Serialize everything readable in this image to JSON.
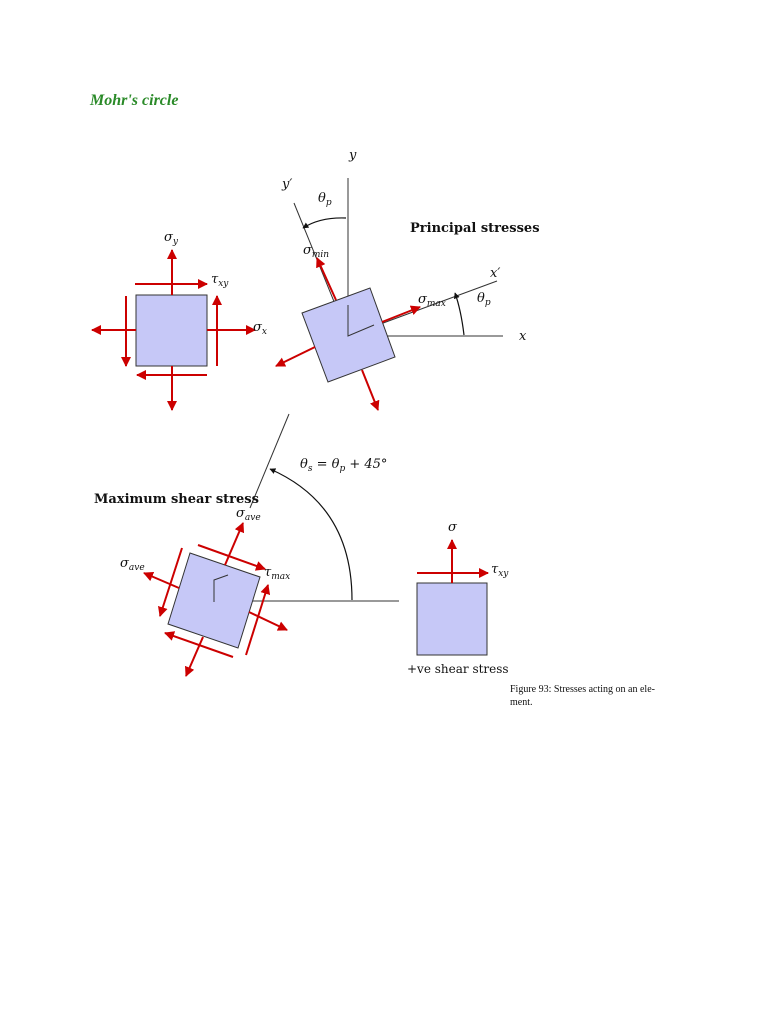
{
  "section_title": "Mohr's circle",
  "labels": {
    "axis_y": "y",
    "axis_y_prime": "y′",
    "axis_x": "x",
    "axis_x_prime": "x′",
    "theta_p": "θ",
    "theta_p_sub": "p",
    "principal_title": "Principal stresses",
    "sigma_min": "σ",
    "sigma_min_sub": "min",
    "sigma_max": "σ",
    "sigma_max_sub": "max",
    "sigma_y": "σ",
    "sigma_y_sub": "y",
    "sigma_x": "σ",
    "sigma_x_sub": "x",
    "tau_xy": "τ",
    "tau_xy_sub": "xy",
    "theta_s_eq": "θ",
    "theta_s_sub": "s",
    "theta_s_rhs": " = θ",
    "theta_s_rhs_sub": "p",
    "theta_s_tail": " + 45°",
    "max_shear_title": "Maximum shear stress",
    "sigma_ave": "σ",
    "sigma_ave_sub": "ave",
    "tau_max": "τ",
    "tau_max_sub": "max",
    "sigma_plain": "σ",
    "positive_shear": "+ve shear stress"
  },
  "caption_line1": "Figure 93: Stresses acting on an ele-",
  "caption_line2": "ment.",
  "colors": {
    "element_fill": "#c6c8f7",
    "arrow_red": "#cc0000",
    "line": "#333333"
  }
}
